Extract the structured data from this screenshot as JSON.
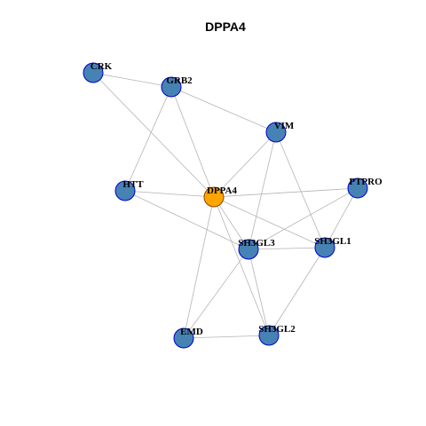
{
  "diagram": {
    "title": "DPPA4",
    "colors": {
      "node_fill": "#4682b4",
      "node_stroke": "#0000cd",
      "center_fill": "#ffa500",
      "center_stroke": "#8b4500",
      "edge": "#b4b4b4"
    },
    "nodes": [
      {
        "id": "CRK",
        "label": "CRK",
        "center": false
      },
      {
        "id": "GRB2",
        "label": "GRB2",
        "center": false
      },
      {
        "id": "VIM",
        "label": "VIM",
        "center": false
      },
      {
        "id": "HTT",
        "label": "HTT",
        "center": false
      },
      {
        "id": "DPPA4",
        "label": "DPPA4",
        "center": true
      },
      {
        "id": "PTPRO",
        "label": "PTPRO",
        "center": false
      },
      {
        "id": "SH3GL3",
        "label": "SH3GL3",
        "center": false
      },
      {
        "id": "SH3GL1",
        "label": "SH3GL1",
        "center": false
      },
      {
        "id": "EMD",
        "label": "EMD",
        "center": false
      },
      {
        "id": "SH3GL2",
        "label": "SH3GL2",
        "center": false
      }
    ],
    "edges": [
      [
        "CRK",
        "GRB2"
      ],
      [
        "CRK",
        "DPPA4"
      ],
      [
        "GRB2",
        "VIM"
      ],
      [
        "GRB2",
        "HTT"
      ],
      [
        "GRB2",
        "DPPA4"
      ],
      [
        "VIM",
        "DPPA4"
      ],
      [
        "VIM",
        "SH3GL3"
      ],
      [
        "VIM",
        "SH3GL1"
      ],
      [
        "HTT",
        "DPPA4"
      ],
      [
        "HTT",
        "SH3GL3"
      ],
      [
        "DPPA4",
        "PTPRO"
      ],
      [
        "DPPA4",
        "SH3GL1"
      ],
      [
        "DPPA4",
        "SH3GL3"
      ],
      [
        "DPPA4",
        "EMD"
      ],
      [
        "DPPA4",
        "SH3GL2"
      ],
      [
        "PTPRO",
        "SH3GL3"
      ],
      [
        "PTPRO",
        "SH3GL1"
      ],
      [
        "SH3GL3",
        "SH3GL1"
      ],
      [
        "SH3GL3",
        "EMD"
      ],
      [
        "SH3GL3",
        "SH3GL2"
      ],
      [
        "SH3GL1",
        "SH3GL2"
      ],
      [
        "EMD",
        "SH3GL2"
      ]
    ]
  }
}
